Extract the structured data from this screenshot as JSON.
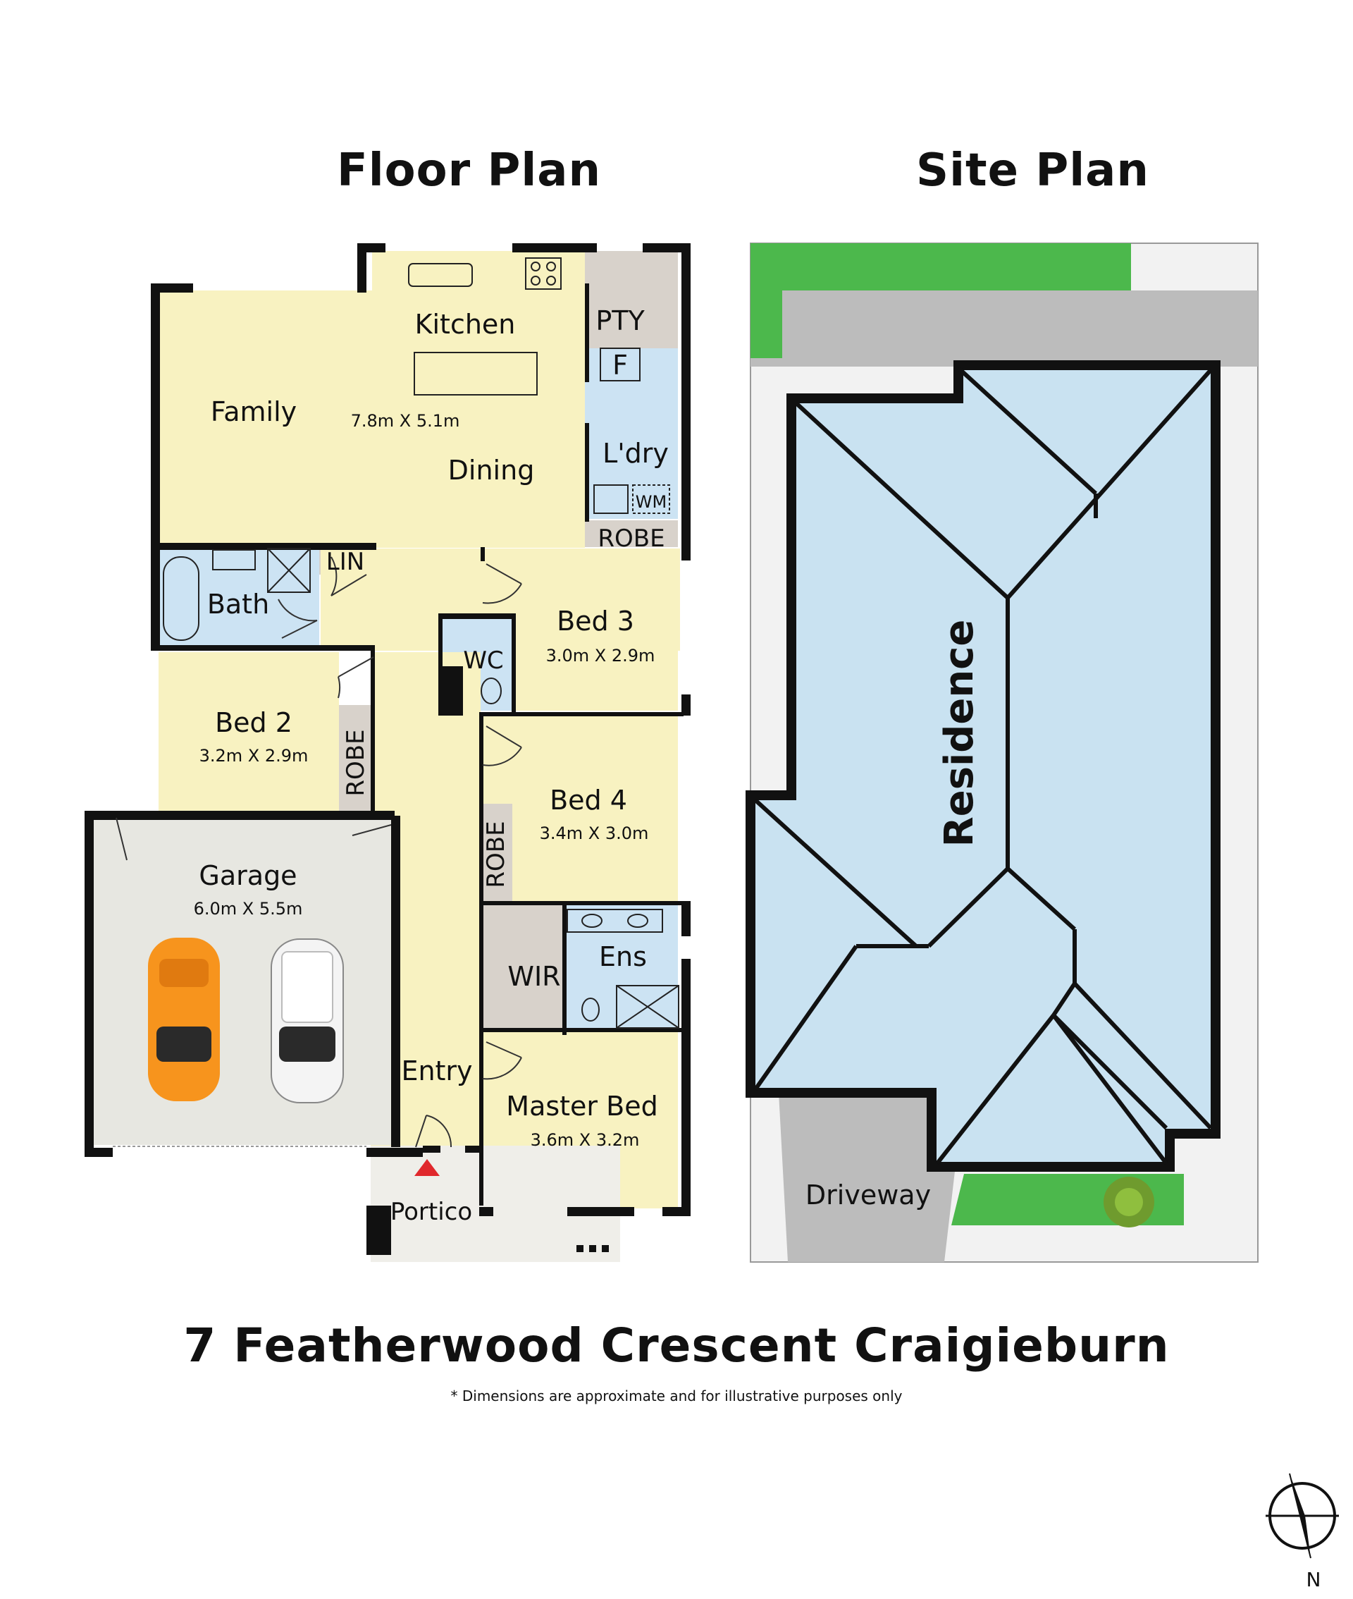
{
  "headings": {
    "floor_plan": "Floor Plan",
    "site_plan": "Site Plan"
  },
  "rooms": {
    "kitchen": "Kitchen",
    "family": "Family",
    "dining": "Dining",
    "living_dims": "7.8m X 5.1m",
    "pantry": "PTY",
    "fridge": "F",
    "laundry": "L'dry",
    "washing_machine": "WM",
    "laundry_robe": "ROBE",
    "linen": "LIN",
    "bath": "Bath",
    "bed3": "Bed 3",
    "bed3_dims": "3.0m X 2.9m",
    "wc": "WC",
    "bed2": "Bed 2",
    "bed2_dims": "3.2m X 2.9m",
    "bed2_robe": "ROBE",
    "bed4": "Bed 4",
    "bed4_dims": "3.4m X 3.0m",
    "bed4_robe": "ROBE",
    "garage": "Garage",
    "garage_dims": "6.0m X 5.5m",
    "wir": "WIR",
    "ensuite": "Ens",
    "entry": "Entry",
    "master_bed": "Master Bed",
    "master_dims": "3.6m X 3.2m",
    "portico": "Portico"
  },
  "site": {
    "residence": "Residence",
    "driveway": "Driveway"
  },
  "address": "7 Featherwood Crescent Craigieburn",
  "disclaimer": "* Dimensions are approximate and for illustrative purposes only",
  "compass": {
    "label": "N"
  },
  "colors": {
    "living": "#f8f2c1",
    "wet": "#cce3f3",
    "storage": "#d8d2cb",
    "garage": "#e7e7e1",
    "roof": "#c9e2f1",
    "lawn": "#4cb84c",
    "paving": "#bcbcbc",
    "wall": "#111111",
    "entry_marker": "#e0282c",
    "car_orange": "#f7941d"
  }
}
